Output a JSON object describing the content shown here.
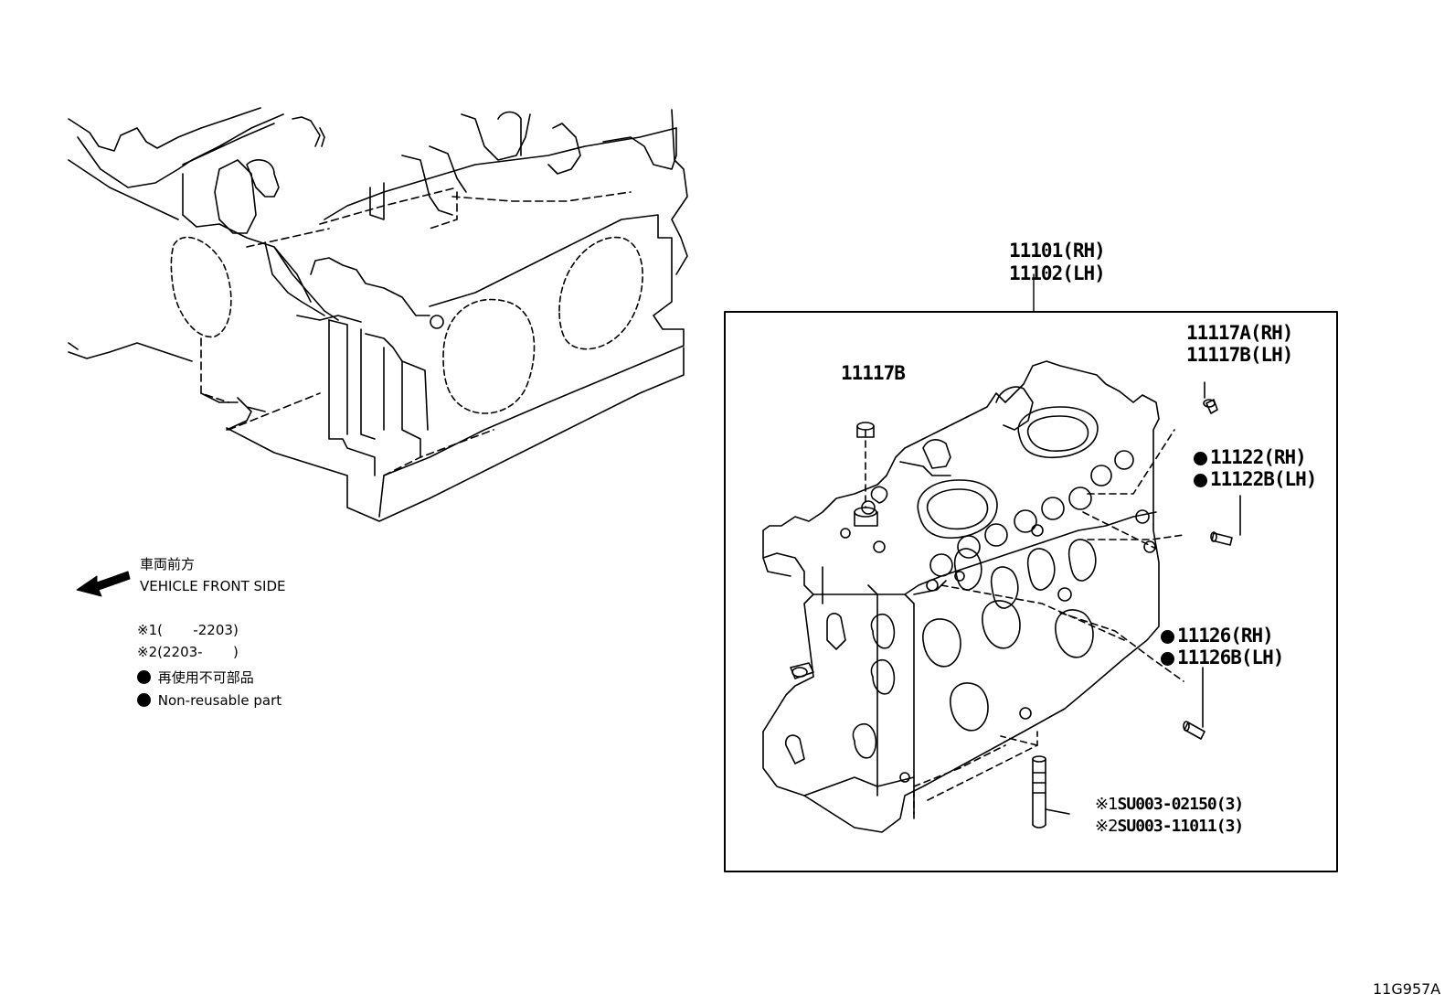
{
  "front_note": {
    "jp": "車両前方",
    "en": "VEHICLE FRONT SIDE"
  },
  "variants": [
    {
      "mark": "※1",
      "range": "(       -2203)"
    },
    {
      "mark": "※2",
      "range": "(2203-       )"
    }
  ],
  "legend": {
    "jp": "再使用不可部品",
    "en": "Non-reusable part"
  },
  "parts": {
    "head_rh": "11101(RH)",
    "head_lh": "11102(LH)",
    "plug_a_rh": "11117A(RH)",
    "plug_b_lh": "11117B(LH)",
    "plug_b": "11117B",
    "pin1_rh": "11122(RH)",
    "pin1_lh": "11122B(LH)",
    "pin2_rh": "11126(RH)",
    "pin2_lh": "11126B(LH)",
    "stud1": "SU003-02150(3)",
    "stud2": "SU003-11011(3)"
  },
  "diagram_id": "11G957A"
}
